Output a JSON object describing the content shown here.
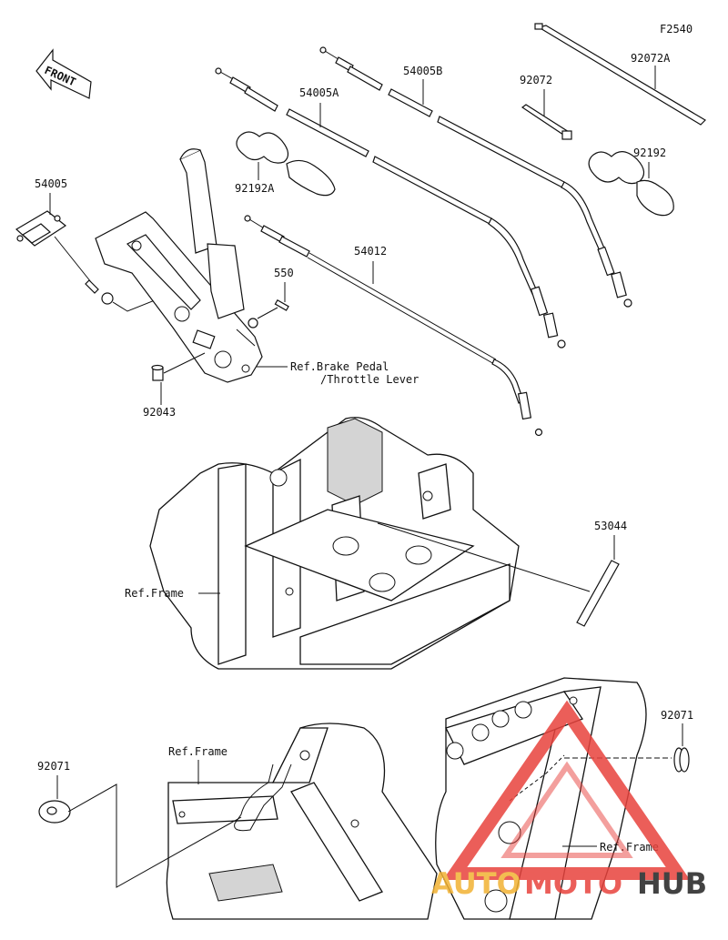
{
  "figure_code": "F2540",
  "front_badge": "FRONT",
  "parts": {
    "p54005": "54005",
    "p54005A": "54005A",
    "p54005B": "54005B",
    "p92072": "92072",
    "p92072A": "92072A",
    "p92192A": "92192A",
    "p92192": "92192",
    "p550": "550",
    "p54012": "54012",
    "p92043": "92043",
    "p53044": "53044",
    "p92071_left": "92071",
    "p92071_right": "92071"
  },
  "references": {
    "brake_pedal": "Ref.Brake Pedal",
    "throttle_lever": "/Throttle Lever",
    "frame_mid": "Ref.Frame",
    "frame_bottom_left": "Ref.Frame",
    "frame_bottom_right": "Ref.Frame"
  },
  "watermark": {
    "part1": "AUTO",
    "part2": "MOTO",
    "part3": "HUB",
    "color": "#e8433d",
    "accent": "#f2b233"
  }
}
